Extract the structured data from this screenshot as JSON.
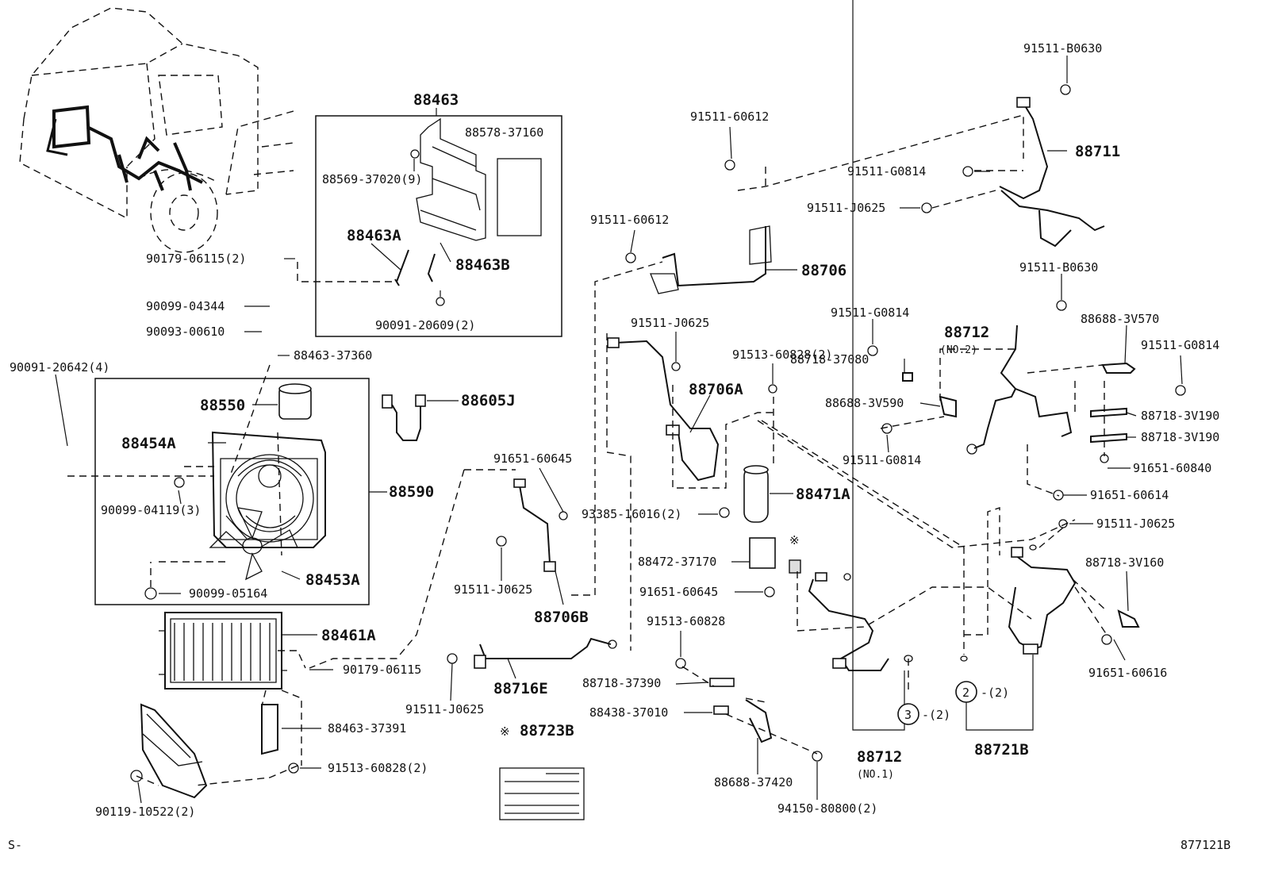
{
  "labels": {
    "p88463": "88463",
    "p88578_37160": "88578-37160",
    "p88569_37020": "88569-37020(9)",
    "p88463A": "88463A",
    "p88463B": "88463B",
    "p90091_20609": "90091-20609(2)",
    "p90179_06115_2": "90179-06115(2)",
    "p90099_04344": "90099-04344",
    "p90093_00610": "90093-00610",
    "p88463_37360": "88463-37360",
    "p90091_20642": "90091-20642(4)",
    "p88550": "88550",
    "p88605J": "88605J",
    "p88454A": "88454A",
    "p88590": "88590",
    "p90099_04119": "90099-04119(3)",
    "p88453A": "88453A",
    "p90099_05164": "90099-05164",
    "p88461A": "88461A",
    "p90179_06115": "90179-06115",
    "p88463_37391": "88463-37391",
    "p91513_60828_2b": "91513-60828(2)",
    "p90119_10522": "90119-10522(2)",
    "p91651_60645a": "91651-60645",
    "p91511_J0625a": "91511-J0625",
    "p88706B": "88706B",
    "p88716E": "88716E",
    "p91511_J0625b": "91511-J0625",
    "p88723B": "88723B",
    "p91511_60612a": "91511-60612",
    "p91511_60612b": "91511-60612",
    "p88706": "88706",
    "p91511_J0625c": "91511-J0625",
    "p88706A": "88706A",
    "p91513_60828_2a": "91513-60828(2)",
    "p88471A": "88471A",
    "p93385_16016": "93385-16016(2)",
    "p88472_37170": "88472-37170",
    "p91651_60645b": "91651-60645",
    "p91513_60828": "91513-60828",
    "p88718_37390": "88718-37390",
    "p88438_37010": "88438-37010",
    "p88688_37420": "88688-37420",
    "p94150_80800": "94150-80800(2)",
    "p91511_B0630a": "91511-B0630",
    "p88711": "88711",
    "p91511_G0814a": "91511-G0814",
    "p91511_J0625d": "91511-J0625",
    "p91511_B0630b": "91511-B0630",
    "p91511_G0814b": "91511-G0814",
    "p88712_top": "88712",
    "p88712_no2": "(NO.2)",
    "p88688_3V570": "88688-3V570",
    "p91511_G0814c": "91511-G0814",
    "p88718_37080": "88718-37080",
    "p88688_3V590": "88688-3V590",
    "p88718_3V190a": "88718-3V190",
    "p88718_3V190b": "88718-3V190",
    "p91511_G0814d": "91511-G0814",
    "p91651_60840": "91651-60840",
    "p91651_60614": "91651-60614",
    "p91511_J0625e": "91511-J0625",
    "p88718_3V160": "88718-3V160",
    "p91651_60616": "91651-60616",
    "p88712_bot": "88712",
    "p88712_no1": "(NO.1)",
    "p88721B": "88721B",
    "callout2": "2",
    "callout2_qty": "-(2)",
    "callout3": "3",
    "callout3_qty": "-(2)",
    "note_mark": "※",
    "footer_left": "S-",
    "footer_right": "877121B"
  }
}
